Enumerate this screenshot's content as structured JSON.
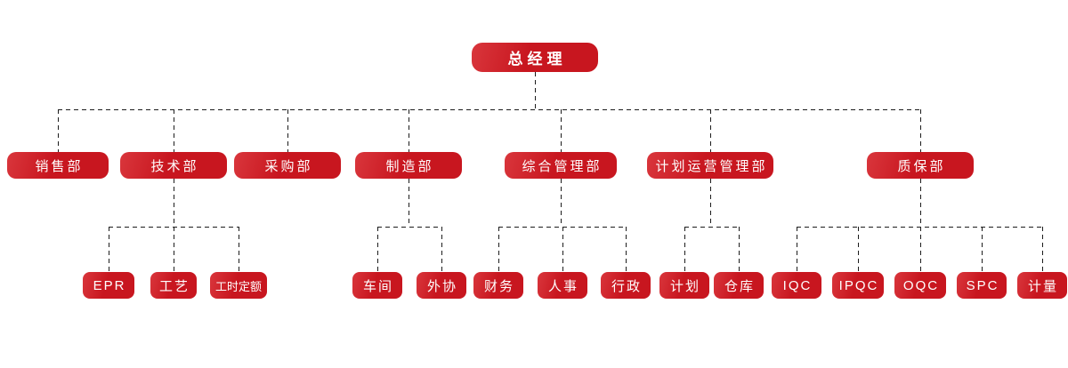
{
  "style": {
    "node_color": "#c8161f",
    "node_highlight": "#d9363c",
    "text_color": "#ffffff",
    "line_color": "#1c1c1c",
    "background": "#ffffff"
  },
  "diagram": {
    "type": "org-chart",
    "root": {
      "id": "general-manager",
      "label": "总经理"
    },
    "departments": [
      {
        "id": "sales",
        "label": "销售部",
        "children": []
      },
      {
        "id": "technology",
        "label": "技术部",
        "children": [
          {
            "id": "epr",
            "label": "EPR"
          },
          {
            "id": "process",
            "label": "工艺"
          },
          {
            "id": "labor-quota",
            "label": "工时定额"
          }
        ]
      },
      {
        "id": "purchasing",
        "label": "采购部",
        "children": []
      },
      {
        "id": "manufacturing",
        "label": "制造部",
        "children": [
          {
            "id": "workshop",
            "label": "车间"
          },
          {
            "id": "outsourcing",
            "label": "外协"
          }
        ]
      },
      {
        "id": "general-management",
        "label": "综合管理部",
        "children": [
          {
            "id": "finance",
            "label": "财务"
          },
          {
            "id": "hr",
            "label": "人事"
          },
          {
            "id": "administration",
            "label": "行政"
          }
        ]
      },
      {
        "id": "planning-operations",
        "label": "计划运营管理部",
        "children": [
          {
            "id": "planning",
            "label": "计划"
          },
          {
            "id": "warehouse",
            "label": "仓库"
          }
        ]
      },
      {
        "id": "quality-assurance",
        "label": "质保部",
        "children": [
          {
            "id": "iqc",
            "label": "IQC"
          },
          {
            "id": "ipqc",
            "label": "IPQC"
          },
          {
            "id": "oqc",
            "label": "OQC"
          },
          {
            "id": "spc",
            "label": "SPC"
          },
          {
            "id": "metrology",
            "label": "计量"
          }
        ]
      }
    ]
  }
}
